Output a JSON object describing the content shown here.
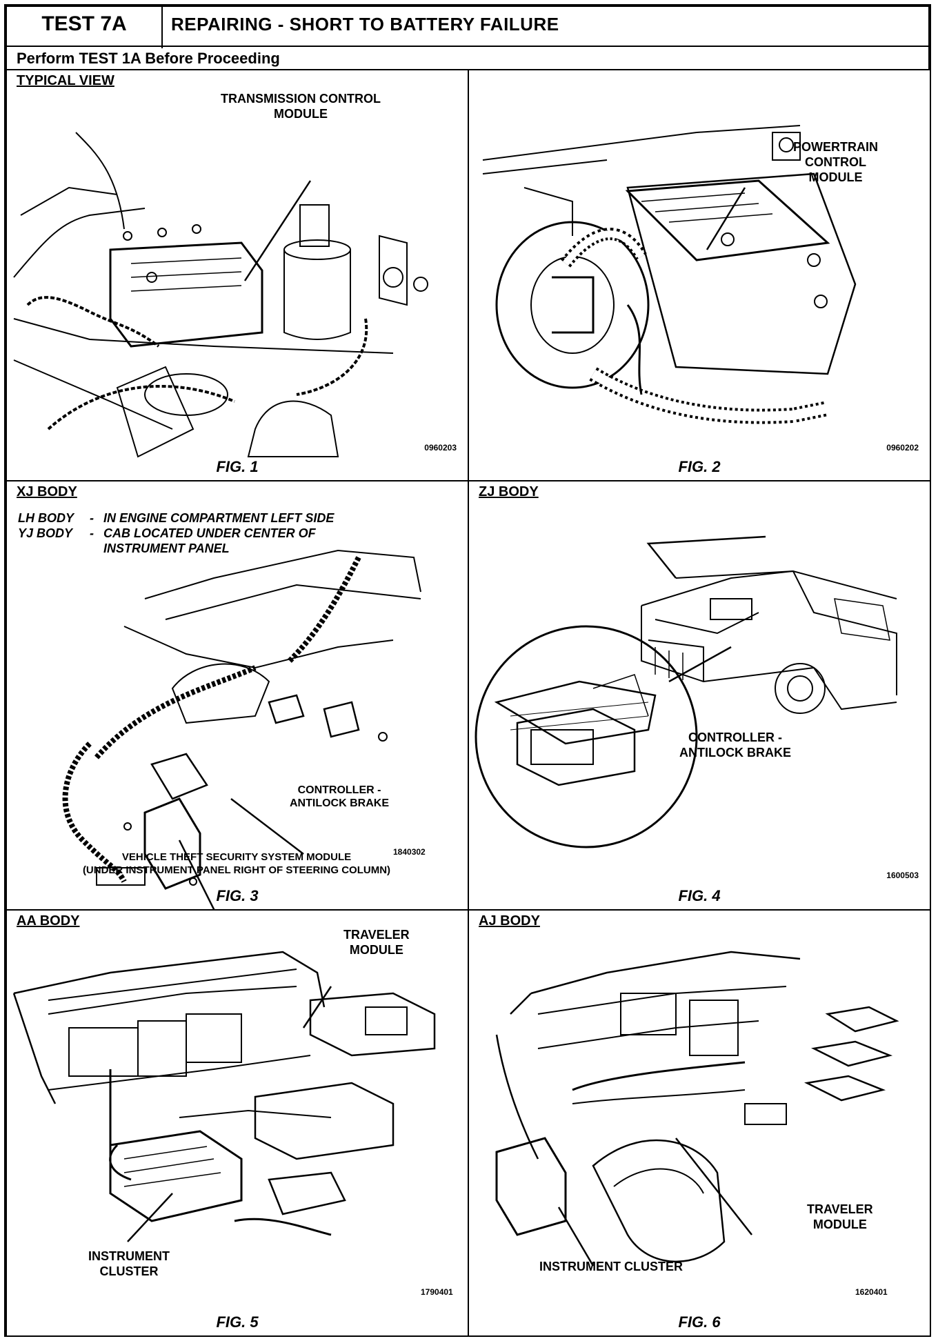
{
  "header": {
    "test_label": "TEST 7A",
    "title": "REPAIRING - SHORT TO BATTERY FAILURE",
    "subtitle": "Perform TEST 1A Before Proceeding"
  },
  "panels": [
    {
      "heading": "TYPICAL VIEW",
      "figure": "FIG. 1",
      "code": "0960203",
      "labels": {
        "tcm_1": "TRANSMISSION CONTROL",
        "tcm_2": "MODULE"
      }
    },
    {
      "heading": "",
      "figure": "FIG. 2",
      "code": "0960202",
      "labels": {
        "pcm_1": "POWERTRAIN",
        "pcm_2": "CONTROL",
        "pcm_3": "MODULE"
      }
    },
    {
      "heading": "XJ BODY",
      "figure": "FIG. 3",
      "code": "1840302",
      "notes": {
        "lh_key": "LH BODY",
        "lh_val": "IN ENGINE COMPARTMENT LEFT SIDE",
        "yj_key": "YJ BODY",
        "yj_val_1": "CAB LOCATED UNDER CENTER OF",
        "yj_val_2": "INSTRUMENT  PANEL"
      },
      "labels": {
        "cab_1": "CONTROLLER -",
        "cab_2": "ANTILOCK BRAKE",
        "vtss_1": "VEHICLE THEFT SECURITY SYSTEM MODULE",
        "vtss_2": "(UNDER INSTRUMENT PANEL RIGHT OF STEERING COLUMN)"
      }
    },
    {
      "heading": "ZJ BODY",
      "figure": "FIG. 4",
      "code": "1600503",
      "labels": {
        "cab_1": "CONTROLLER -",
        "cab_2": "ANTILOCK BRAKE"
      }
    },
    {
      "heading": "AA BODY",
      "figure": "FIG. 5",
      "code": "1790401",
      "labels": {
        "trav_1": "TRAVELER",
        "trav_2": "MODULE",
        "ic_1": "INSTRUMENT",
        "ic_2": "CLUSTER"
      }
    },
    {
      "heading": "AJ BODY",
      "figure": "FIG. 6",
      "code": "1620401",
      "labels": {
        "trav_1": "TRAVELER",
        "trav_2": "MODULE",
        "ic_1": "INSTRUMENT CLUSTER"
      }
    }
  ]
}
